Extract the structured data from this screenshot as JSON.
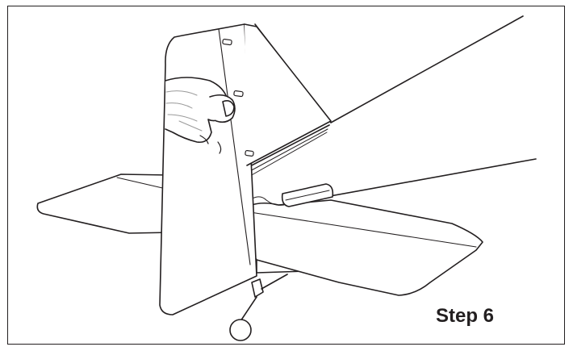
{
  "diagram": {
    "step_label": "Step 6",
    "colors": {
      "line": "#231f20",
      "fill": "#ffffff",
      "hand_shade": "#9a9a9a"
    },
    "parts": [
      "vertical-stabilizer",
      "rudder-hinge-line",
      "hinges",
      "wing",
      "horizontal-stabilizer",
      "fuselage",
      "control-horn",
      "hand",
      "callout-circle"
    ]
  }
}
